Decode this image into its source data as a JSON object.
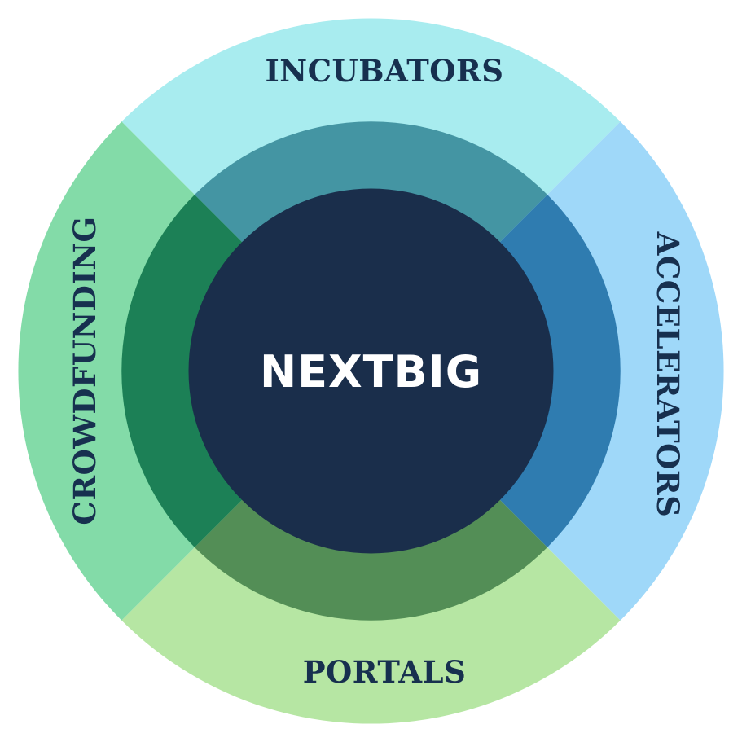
{
  "diagram": {
    "center_label": "NEXTBIG",
    "segments": [
      {
        "label": "INCUBATORS",
        "outer_color": "#a8ecef",
        "inner_color": "#4495a3"
      },
      {
        "label": "ACCELERATORS",
        "outer_color": "#9fd8f9",
        "inner_color": "#2f7cb0"
      },
      {
        "label": "PORTALS",
        "outer_color": "#b6e6a3",
        "inner_color": "#538e56"
      },
      {
        "label": "CROWDFUNDING",
        "outer_color": "#83dba8",
        "inner_color": "#1c8056"
      }
    ],
    "colors": {
      "center": "#1a2e4b",
      "label_text": "#17304f",
      "center_text": "#ffffff"
    }
  }
}
